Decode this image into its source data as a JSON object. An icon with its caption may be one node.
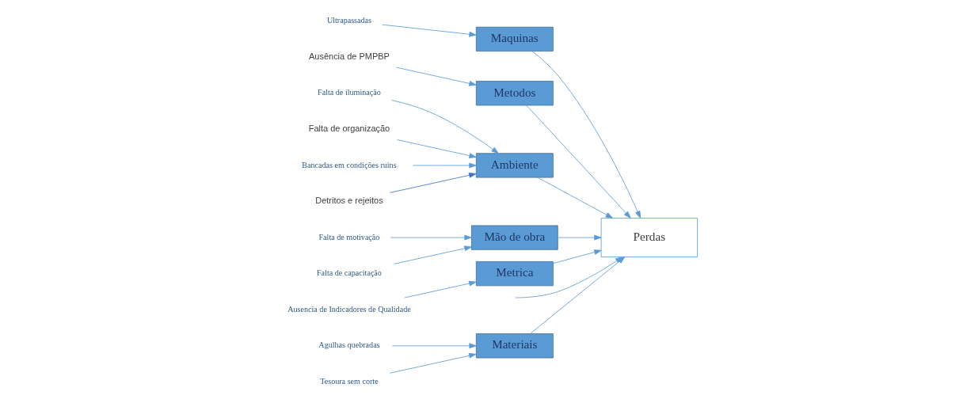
{
  "diagram": {
    "nodes": [
      {
        "text": [
          "Materiais"
        ]
      },
      {
        "text": [
          "Maquinas"
        ]
      },
      {
        "text": [
          "Metodos"
        ]
      },
      {
        "text": [
          "Perdas"
        ]
      },
      {
        "text": [
          "Ambiente"
        ]
      },
      {
        "text": [
          "Mão de obra"
        ]
      },
      {
        "text": [
          "Metrica"
        ]
      },
      {
        "text": [
          "Agulhas quebradas"
        ]
      },
      {
        "text": [
          "Tesoura sem corte"
        ]
      },
      {
        "text": [
          "Ultrapassadas"
        ]
      },
      {
        "text": [
          "Ausência de PMPBP"
        ]
      },
      {
        "text": [
          "Falta de iluminação"
        ]
      },
      {
        "text": [
          "Falta de organização"
        ]
      },
      {
        "text": [
          "Bancadas em condições ruins"
        ]
      },
      {
        "text": [
          "Detritos e rejeitos"
        ]
      },
      {
        "text": [
          "Falta de motivação"
        ]
      },
      {
        "text": [
          "Falta de capacitação"
        ]
      },
      {
        "text": [
          "Ausencia de Indicadores de Qualidade"
        ]
      }
    ],
    "edges": [
      {
        "from": null,
        "to": 3,
        "arrow": "to"
      },
      {
        "from": 0,
        "to": 3,
        "arrow": "to"
      },
      {
        "from": 1,
        "to": 3,
        "arrow": "to"
      },
      {
        "from": 2,
        "to": 3,
        "arrow": "to"
      },
      {
        "from": 4,
        "to": 3,
        "arrow": "to"
      },
      {
        "from": 5,
        "to": 3,
        "arrow": "to"
      },
      {
        "from": 6,
        "to": 3,
        "arrow": "to"
      },
      {
        "from": 7,
        "to": 0,
        "arrow": "to"
      },
      {
        "from": 8,
        "to": 0,
        "arrow": "to"
      },
      {
        "from": 9,
        "to": 1,
        "arrow": "to"
      },
      {
        "from": 10,
        "to": 2,
        "arrow": "to"
      },
      {
        "from": 11,
        "to": 4,
        "arrow": "to"
      },
      {
        "from": 12,
        "to": 4,
        "arrow": "to"
      },
      {
        "from": 13,
        "to": 4,
        "arrow": "to"
      },
      {
        "from": 14,
        "to": 4,
        "arrow": "to",
        "color": "#4472c4"
      },
      {
        "from": 15,
        "to": 5,
        "arrow": "to"
      },
      {
        "from": 16,
        "to": 5,
        "arrow": "to"
      },
      {
        "from": 17,
        "to": 6,
        "arrow": "to"
      }
    ]
  }
}
